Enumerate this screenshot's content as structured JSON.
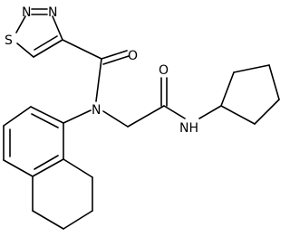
{
  "molecule": {
    "atoms": {
      "n1": "N",
      "n2": "N",
      "s1": "S",
      "o_carbonyl": "O",
      "o_amide": "O",
      "n_amide": "N",
      "nh": "NH"
    },
    "colors": {
      "bond": "#000000",
      "label": "#000000",
      "background": "#ffffff"
    }
  }
}
